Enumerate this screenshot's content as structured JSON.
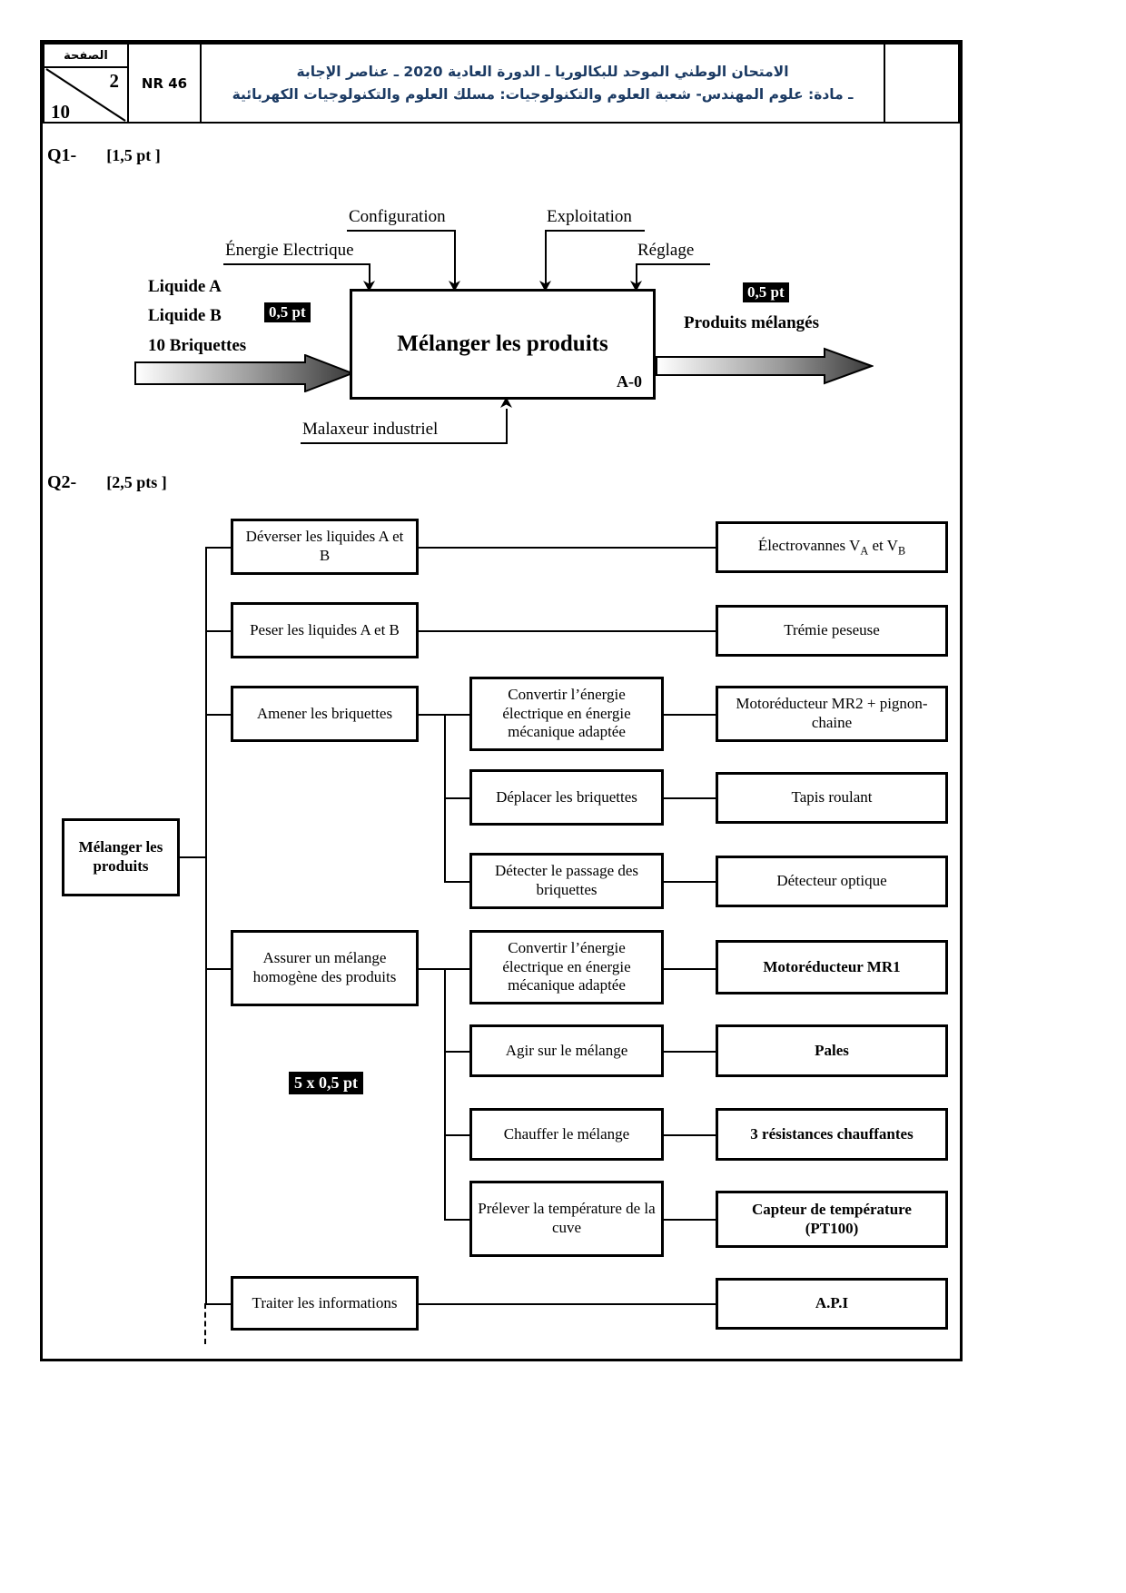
{
  "header": {
    "page_label": "الصفحة",
    "page_current": "2",
    "page_total": "10",
    "nr_code": "NR 46",
    "title_line1": "الامتحان الوطني الموحد للبكالوريا ـ الدورة العادية 2020 ـ عناصر الإجابة",
    "title_line2": "ـ مادة: علوم المهندس- شعبة العلوم والتكنولوجيات: مسلك العلوم والتكنولوجيات الكهربائية",
    "title_color": "#1b3a63"
  },
  "questions": {
    "q1": {
      "label": "Q1-",
      "points": "[1,5 pt ]"
    },
    "q2": {
      "label": "Q2-",
      "points": "[2,5 pts ]"
    }
  },
  "q1_diagram": {
    "function_box": {
      "title": "Mélanger les produits",
      "ref": "A-0"
    },
    "top_controls": [
      {
        "name": "Énergie Electrique"
      },
      {
        "name": "Configuration"
      },
      {
        "name": "Exploitation"
      },
      {
        "name": "Réglage"
      }
    ],
    "inputs": [
      "Liquide A",
      "Liquide B",
      "10 Briquettes"
    ],
    "output": "Produits mélangés",
    "support": "Malaxeur industriel",
    "scores": [
      "0,5 pt",
      "0,5 pt",
      "0,5 pt"
    ]
  },
  "q2_fast": {
    "score_badge": "5 x 0,5 pt",
    "root": "Mélanger les produits",
    "branches": [
      {
        "function": "Déverser les liquides A et B",
        "solution": "Électrovannes V<sub>A</sub> et V<sub>B</sub>",
        "solution_text": "Électrovannes VA et VB",
        "solution_bold": false
      },
      {
        "function": "Peser les liquides A et B",
        "solution_text": "Trémie peseuse",
        "solution_bold": false
      },
      {
        "function": "Amener les briquettes",
        "subfunctions": [
          {
            "name": "Convertir l’énergie électrique en énergie mécanique adaptée",
            "solution_text": "Motoréducteur MR2 + pignon-chaine",
            "solution_bold": false
          },
          {
            "name": "Déplacer les briquettes",
            "solution_text": "Tapis roulant",
            "solution_bold": false
          },
          {
            "name": "Détecter le passage des briquettes",
            "solution_text": "Détecteur optique",
            "solution_bold": false
          }
        ]
      },
      {
        "function": "Assurer un mélange homogène des produits",
        "subfunctions": [
          {
            "name": "Convertir l’énergie électrique en énergie mécanique adaptée",
            "solution_text": "Motoréducteur MR1",
            "solution_bold": true
          },
          {
            "name": "Agir sur le mélange",
            "solution_text": "Pales",
            "solution_bold": true
          },
          {
            "name": "Chauffer le mélange",
            "solution_text": "3 résistances chauffantes",
            "solution_bold": true
          },
          {
            "name": "Prélever la température de la cuve",
            "solution_text": "Capteur de température (PT100)",
            "solution_bold": true
          }
        ]
      },
      {
        "function": "Traiter les informations",
        "solution_text": "A.P.I",
        "solution_bold": true
      }
    ]
  }
}
